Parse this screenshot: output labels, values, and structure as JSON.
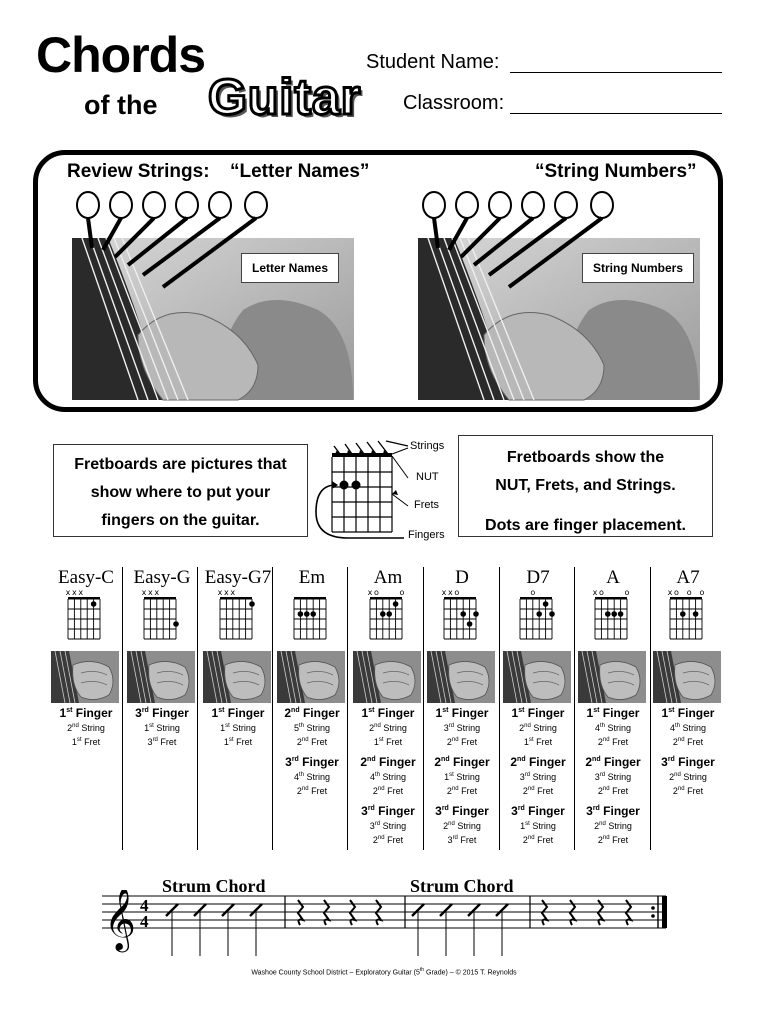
{
  "header": {
    "title_line1": "Chords",
    "title_ofthe": "of the",
    "title_guitar": "Guitar",
    "student_name_label": "Student Name:",
    "classroom_label": "Classroom:"
  },
  "review": {
    "title": "Review Strings:",
    "letter_names_heading": "“Letter Names”",
    "string_numbers_heading": "“String Numbers”",
    "letter_names_label": "Letter Names",
    "string_numbers_label": "String Numbers"
  },
  "info": {
    "left_text": "Fretboards are pictures that show where to put your fingers on the guitar.",
    "right_line1": "Fretboards show the",
    "right_line2": "NUT, Frets, and Strings.",
    "right_line3": "Dots are finger placement.",
    "diagram_strings": "Strings",
    "diagram_nut": "NUT",
    "diagram_frets": "Frets",
    "diagram_fingers": "Fingers"
  },
  "chords": [
    {
      "name": "Easy-C",
      "marks": [
        "x",
        "x",
        "x",
        "",
        "",
        ""
      ],
      "dots": [
        [
          5,
          1
        ]
      ],
      "fingers": [
        {
          "n": "1",
          "sfx": "st",
          "label": "Finger",
          "sn": "2",
          "ssfx": "nd",
          "fn": "1",
          "fsfx": "st"
        }
      ]
    },
    {
      "name": "Easy-G",
      "marks": [
        "x",
        "x",
        "x",
        "",
        "",
        ""
      ],
      "dots": [
        [
          6,
          3
        ]
      ],
      "fingers": [
        {
          "n": "3",
          "sfx": "rd",
          "label": "Finger",
          "sn": "1",
          "ssfx": "st",
          "fn": "3",
          "fsfx": "rd"
        }
      ]
    },
    {
      "name": "Easy-G7",
      "marks": [
        "x",
        "x",
        "x",
        "",
        "",
        ""
      ],
      "dots": [
        [
          6,
          1
        ]
      ],
      "fingers": [
        {
          "n": "1",
          "sfx": "st",
          "label": "Finger",
          "sn": "1",
          "ssfx": "st",
          "fn": "1",
          "fsfx": "st"
        }
      ]
    },
    {
      "name": "Em",
      "marks": [
        "",
        "",
        "",
        "",
        "",
        ""
      ],
      "dots": [
        [
          2,
          2
        ],
        [
          3,
          2
        ],
        [
          4,
          2
        ]
      ],
      "fingers": [
        {
          "n": "2",
          "sfx": "nd",
          "label": "Finger",
          "sn": "5",
          "ssfx": "th",
          "fn": "2",
          "fsfx": "nd"
        },
        {
          "n": "3",
          "sfx": "rd",
          "label": "Finger",
          "sn": "4",
          "ssfx": "th",
          "fn": "2",
          "fsfx": "nd"
        }
      ]
    },
    {
      "name": "Am",
      "marks": [
        "x",
        "o",
        "",
        "",
        "",
        "o"
      ],
      "dots": [
        [
          3,
          2
        ],
        [
          4,
          2
        ],
        [
          5,
          1
        ]
      ],
      "fingers": [
        {
          "n": "1",
          "sfx": "st",
          "label": "Finger",
          "sn": "2",
          "ssfx": "nd",
          "fn": "1",
          "fsfx": "st"
        },
        {
          "n": "2",
          "sfx": "nd",
          "label": "Finger",
          "sn": "4",
          "ssfx": "th",
          "fn": "2",
          "fsfx": "nd"
        },
        {
          "n": "3",
          "sfx": "rd",
          "label": "Finger",
          "sn": "3",
          "ssfx": "rd",
          "fn": "2",
          "fsfx": "nd"
        }
      ]
    },
    {
      "name": "D",
      "marks": [
        "x",
        "x",
        "o",
        "",
        "",
        ""
      ],
      "dots": [
        [
          4,
          2
        ],
        [
          5,
          3
        ],
        [
          6,
          2
        ]
      ],
      "fingers": [
        {
          "n": "1",
          "sfx": "st",
          "label": "Finger",
          "sn": "3",
          "ssfx": "rd",
          "fn": "2",
          "fsfx": "nd"
        },
        {
          "n": "2",
          "sfx": "nd",
          "label": "Finger",
          "sn": "1",
          "ssfx": "st",
          "fn": "2",
          "fsfx": "nd"
        },
        {
          "n": "3",
          "sfx": "rd",
          "label": "Finger",
          "sn": "2",
          "ssfx": "nd",
          "fn": "3",
          "fsfx": "rd"
        }
      ]
    },
    {
      "name": "D7",
      "marks": [
        "",
        "",
        "o",
        "",
        "",
        ""
      ],
      "dots": [
        [
          4,
          2
        ],
        [
          5,
          1
        ],
        [
          6,
          2
        ]
      ],
      "fingers": [
        {
          "n": "1",
          "sfx": "st",
          "label": "Finger",
          "sn": "2",
          "ssfx": "nd",
          "fn": "1",
          "fsfx": "st"
        },
        {
          "n": "2",
          "sfx": "nd",
          "label": "Finger",
          "sn": "3",
          "ssfx": "rd",
          "fn": "2",
          "fsfx": "nd"
        },
        {
          "n": "3",
          "sfx": "rd",
          "label": "Finger",
          "sn": "1",
          "ssfx": "st",
          "fn": "2",
          "fsfx": "nd"
        }
      ]
    },
    {
      "name": "A",
      "marks": [
        "x",
        "o",
        "",
        "",
        "",
        "o"
      ],
      "dots": [
        [
          3,
          2
        ],
        [
          4,
          2
        ],
        [
          5,
          2
        ]
      ],
      "fingers": [
        {
          "n": "1",
          "sfx": "st",
          "label": "Finger",
          "sn": "4",
          "ssfx": "th",
          "fn": "2",
          "fsfx": "nd"
        },
        {
          "n": "2",
          "sfx": "nd",
          "label": "Finger",
          "sn": "3",
          "ssfx": "rd",
          "fn": "2",
          "fsfx": "nd"
        },
        {
          "n": "3",
          "sfx": "rd",
          "label": "Finger",
          "sn": "2",
          "ssfx": "nd",
          "fn": "2",
          "fsfx": "nd"
        }
      ]
    },
    {
      "name": "A7",
      "marks": [
        "x",
        "o",
        "",
        "o",
        "",
        "o"
      ],
      "dots": [
        [
          3,
          2
        ],
        [
          5,
          2
        ]
      ],
      "fingers": [
        {
          "n": "1",
          "sfx": "st",
          "label": "Finger",
          "sn": "4",
          "ssfx": "th",
          "fn": "2",
          "fsfx": "nd"
        },
        {
          "n": "3",
          "sfx": "rd",
          "label": "Finger",
          "sn": "2",
          "ssfx": "nd",
          "fn": "2",
          "fsfx": "nd"
        }
      ]
    }
  ],
  "words": {
    "string": "String",
    "fret": "Fret"
  },
  "strum": {
    "label1": "Strum Chord",
    "label2": "Strum Chord",
    "time_top": "4",
    "time_bottom": "4",
    "clef": "𝄞"
  },
  "footer": {
    "pre": "Washoe County School District – Exploratory Guitar (5",
    "sup": "th",
    "post": " Grade) – © 2015 T. Reynolds"
  }
}
